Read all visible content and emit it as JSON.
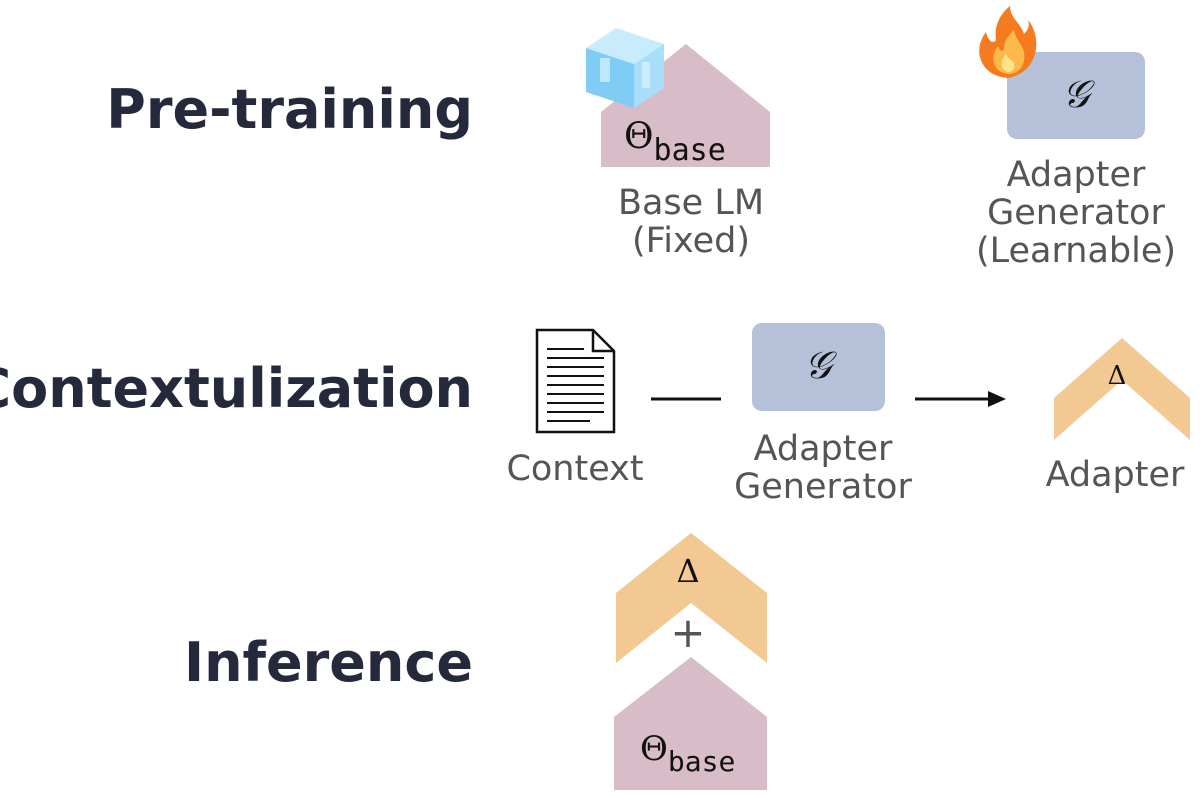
{
  "rows": {
    "pretraining": "Pre-training",
    "contextualization": "Contextulization",
    "inference": "Inference"
  },
  "pretraining": {
    "base_lm": {
      "symbol": "Θ",
      "subscript": "base",
      "caption_line1": "Base LM",
      "caption_line2": "(Fixed)",
      "icon": "ice-cube-icon"
    },
    "generator": {
      "symbol": "𝒢",
      "caption_line1": "Adapter",
      "caption_line2": "Generator",
      "caption_line3": "(Learnable)",
      "icon": "fire-icon"
    }
  },
  "contextualization": {
    "context_caption": "Context",
    "generator_symbol": "𝒢",
    "generator_caption_line1": "Adapter",
    "generator_caption_line2": "Generator",
    "adapter_symbol": "Δ",
    "adapter_caption": "Adapter",
    "icon": "document-icon"
  },
  "inference": {
    "adapter_symbol": "Δ",
    "plus": "+",
    "base_symbol": "Θ",
    "base_subscript": "base"
  },
  "colors": {
    "label_text": "#24293c",
    "caption_text": "#555555",
    "base_lm_fill": "#d8bcc8",
    "generator_fill": "#b5c0d9",
    "adapter_fill": "#f2c893",
    "ice": "#8fd3f7",
    "flame": "#f47b20"
  }
}
